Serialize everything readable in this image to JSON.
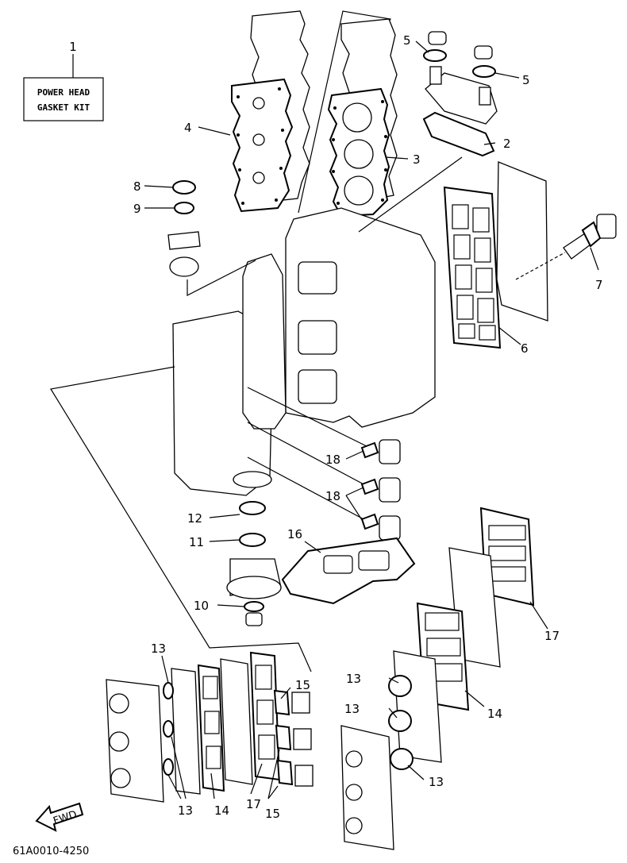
{
  "kit_box": {
    "line1": "POWER HEAD",
    "line2": "GASKET KIT"
  },
  "fwd_label": "FWD",
  "diagram_code": "61A0010-4250",
  "callouts": [
    {
      "key": "1",
      "text": "1"
    },
    {
      "key": "2",
      "text": "2"
    },
    {
      "key": "3",
      "text": "3"
    },
    {
      "key": "4",
      "text": "4"
    },
    {
      "key": "5a",
      "text": "5"
    },
    {
      "key": "5b",
      "text": "5"
    },
    {
      "key": "6",
      "text": "6"
    },
    {
      "key": "7",
      "text": "7"
    },
    {
      "key": "8",
      "text": "8"
    },
    {
      "key": "9",
      "text": "9"
    },
    {
      "key": "10",
      "text": "10"
    },
    {
      "key": "11",
      "text": "11"
    },
    {
      "key": "12",
      "text": "12"
    },
    {
      "key": "13a",
      "text": "13"
    },
    {
      "key": "13b",
      "text": "13"
    },
    {
      "key": "13c",
      "text": "13"
    },
    {
      "key": "13d",
      "text": "13"
    },
    {
      "key": "13e",
      "text": "13"
    },
    {
      "key": "14a",
      "text": "14"
    },
    {
      "key": "14b",
      "text": "14"
    },
    {
      "key": "15a",
      "text": "15"
    },
    {
      "key": "15b",
      "text": "15"
    },
    {
      "key": "16",
      "text": "16"
    },
    {
      "key": "17a",
      "text": "17"
    },
    {
      "key": "17b",
      "text": "17"
    },
    {
      "key": "18a",
      "text": "18"
    },
    {
      "key": "18b",
      "text": "18"
    }
  ]
}
